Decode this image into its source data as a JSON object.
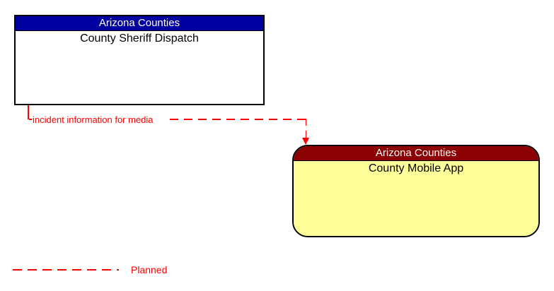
{
  "diagram": {
    "type": "interconnect",
    "boxes": [
      {
        "id": "source",
        "header": "Arizona Counties",
        "title": "County Sheriff Dispatch",
        "header_bg": "#0000A0",
        "header_text_color": "#FFFFFF",
        "body_bg": "#FFFFFF",
        "title_color": "#000000",
        "shape": "rectangle"
      },
      {
        "id": "target",
        "header": "Arizona Counties",
        "title": "County Mobile App",
        "header_bg": "#8B0000",
        "header_text_color": "#FFFFFF",
        "body_bg": "#FFFF99",
        "title_color": "#000000",
        "shape": "rounded-rectangle"
      }
    ],
    "connector": {
      "label": "incident information for media",
      "color": "#FF0000",
      "line_style": "dashed",
      "status": "Planned",
      "direction": "source-to-target",
      "arrowhead": "down"
    },
    "legend": {
      "label": "Planned",
      "color": "#FF0000",
      "line_style": "dashed"
    }
  }
}
